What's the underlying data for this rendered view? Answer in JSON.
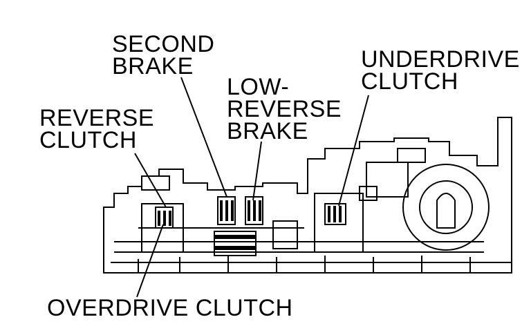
{
  "labels": {
    "second_brake": [
      "SECOND",
      "BRAKE"
    ],
    "low_reverse_brake": [
      "LOW-",
      "REVERSE",
      "BRAKE"
    ],
    "underdrive_clutch": [
      "UNDERDRIVE",
      "CLUTCH"
    ],
    "reverse_clutch": [
      "REVERSE",
      "CLUTCH"
    ],
    "overdrive_clutch": [
      "OVERDRIVE CLUTCH"
    ]
  },
  "colors": {
    "ink": "#000000",
    "paper": "#ffffff"
  }
}
